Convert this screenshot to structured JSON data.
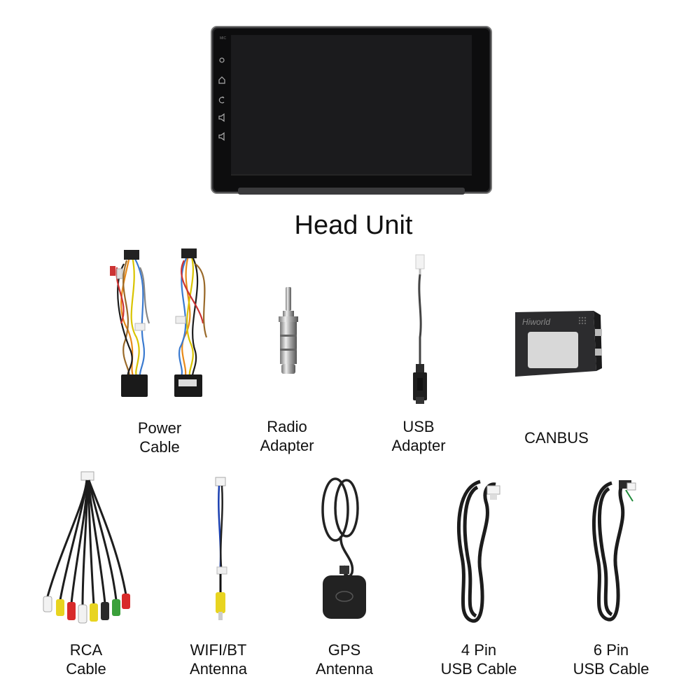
{
  "main_title": "Head Unit",
  "canbus_brand": "Hiworld",
  "items": [
    {
      "line1": "Power",
      "line2": "Cable",
      "icon": "power-cable-harness"
    },
    {
      "line1": "Radio",
      "line2": "Adapter",
      "icon": "radio-antenna-adapter"
    },
    {
      "line1": "USB",
      "line2": "Adapter",
      "icon": "usb-adapter-cable"
    },
    {
      "line1": "CANBUS",
      "line2": "",
      "icon": "canbus-decoder-box"
    },
    {
      "line1": "RCA",
      "line2": "Cable",
      "icon": "rca-cable"
    },
    {
      "line1": "WIFI/BT",
      "line2": "Antenna",
      "icon": "wifi-bt-antenna"
    },
    {
      "line1": "GPS",
      "line2": "Antenna",
      "icon": "gps-antenna"
    },
    {
      "line1": "4 Pin",
      "line2": "USB Cable",
      "icon": "coiled-usb-cable"
    },
    {
      "line1": "6 Pin",
      "line2": "USB Cable",
      "icon": "coiled-usb-cable"
    }
  ]
}
